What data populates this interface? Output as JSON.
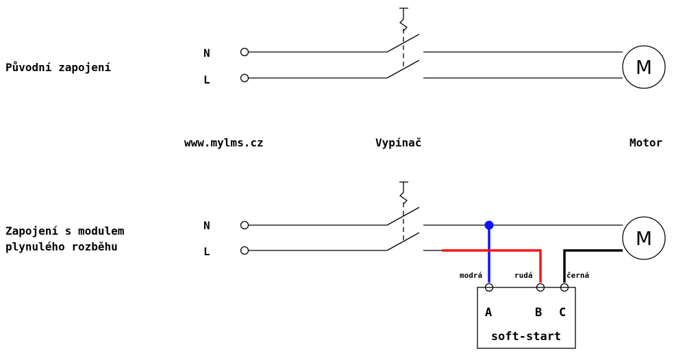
{
  "top": {
    "title": "Původní zapojení",
    "n_label": "N",
    "l_label": "L",
    "motor_symbol": "M"
  },
  "captions": {
    "website": "www.mylms.cz",
    "switch": "Vypínač",
    "motor": "Motor"
  },
  "bottom": {
    "title_line1": "Zapojení s modulem",
    "title_line2": "plynulého rozběhu",
    "n_label": "N",
    "l_label": "L",
    "motor_symbol": "M",
    "wire_a_label": "modrá",
    "wire_b_label": "rudá",
    "wire_c_label": "černá",
    "terminal_a": "A",
    "terminal_b": "B",
    "terminal_c": "C",
    "module_label": "soft-start"
  },
  "colors": {
    "wire_a": "#1010ff",
    "wire_b": "#ff1010",
    "wire_c": "#000000",
    "junction": "#1010ff"
  }
}
